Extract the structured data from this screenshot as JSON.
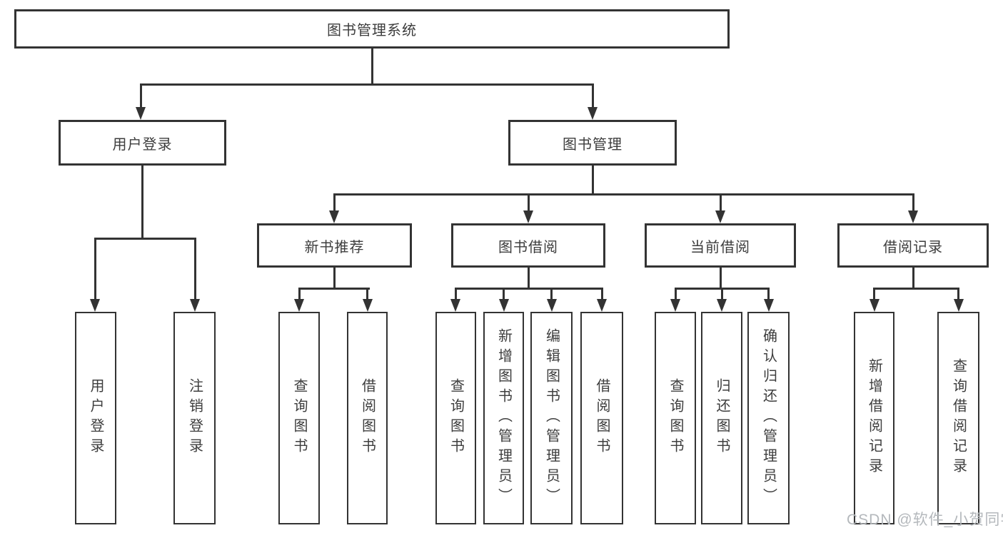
{
  "diagram": {
    "title_node": {
      "label": "图书管理系统"
    },
    "level2": [
      {
        "id": "user-login",
        "label": "用户登录"
      },
      {
        "id": "book-management",
        "label": "图书管理"
      }
    ],
    "level3": [
      {
        "id": "new-book-recommend",
        "parent": "图书管理",
        "label": "新书推荐"
      },
      {
        "id": "book-borrowing",
        "parent": "图书管理",
        "label": "图书借阅"
      },
      {
        "id": "current-borrowing",
        "parent": "图书管理",
        "label": "当前借阅"
      },
      {
        "id": "borrowing-records",
        "parent": "图书管理",
        "label": "借阅记录"
      }
    ],
    "leaves": [
      {
        "parent": "用户登录",
        "label": "用户登录"
      },
      {
        "parent": "用户登录",
        "label": "注销登录"
      },
      {
        "parent": "新书推荐",
        "label": "查询图书"
      },
      {
        "parent": "新书推荐",
        "label": "借阅图书"
      },
      {
        "parent": "图书借阅",
        "label": "查询图书"
      },
      {
        "parent": "图书借阅",
        "label": "新增图书（管理员）"
      },
      {
        "parent": "图书借阅",
        "label": "编辑图书（管理员）"
      },
      {
        "parent": "图书借阅",
        "label": "借阅图书"
      },
      {
        "parent": "当前借阅",
        "label": "查询图书"
      },
      {
        "parent": "当前借阅",
        "label": "归还图书"
      },
      {
        "parent": "当前借阅",
        "label": "确认归还（管理员）"
      },
      {
        "parent": "借阅记录",
        "label": "新增借阅记录"
      },
      {
        "parent": "借阅记录",
        "label": "查询借阅记录"
      }
    ],
    "watermark": "CSDN @软件_小贺同学",
    "colors": {
      "line": "#333333",
      "box_border": "#333333",
      "text": "#3d3d3d",
      "watermark": "#b4b8bc",
      "background": "#ffffff"
    }
  }
}
